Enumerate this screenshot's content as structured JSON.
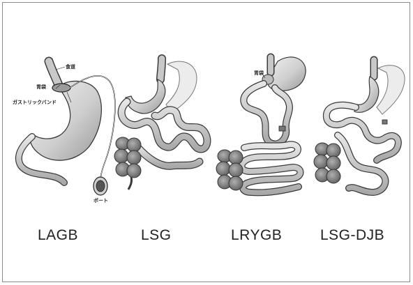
{
  "procedures": [
    {
      "id": "lagb",
      "label": "LAGB"
    },
    {
      "id": "lsg",
      "label": "LSG"
    },
    {
      "id": "lrygb",
      "label": "LRYGB"
    },
    {
      "id": "lsgdjb",
      "label": "LSG-DJB"
    }
  ],
  "annotations": {
    "esophagus": "食道",
    "stomach": "胃袋",
    "gastric_band": "ガストリックバンド",
    "port": "ポート",
    "stomach_lrygb": "胃袋"
  },
  "colors": {
    "organ_fill": "#d6d6d6",
    "organ_stroke": "#3a3a3a",
    "resected_fill": "#ececec",
    "colon_fill": "#8c8c8c"
  }
}
